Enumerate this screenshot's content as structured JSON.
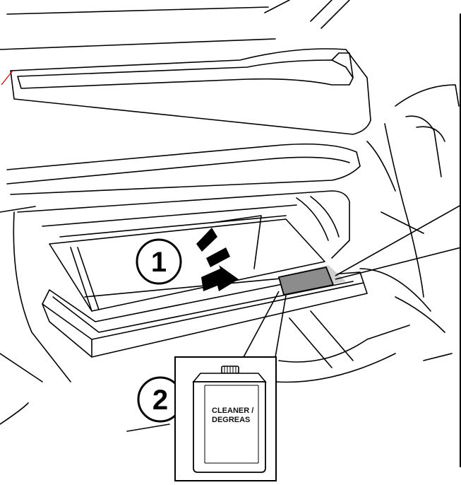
{
  "diagram": {
    "callouts": [
      {
        "id": "1",
        "label": "1"
      },
      {
        "id": "2",
        "label": "2"
      }
    ],
    "product": {
      "label_line1": "CLEANER /",
      "label_line2": "DEGREAS"
    },
    "colors": {
      "line": "#000000",
      "highlight": "#a6a6a6",
      "label_patch": "#8c8c8c",
      "accent_red": "#c00000"
    }
  }
}
